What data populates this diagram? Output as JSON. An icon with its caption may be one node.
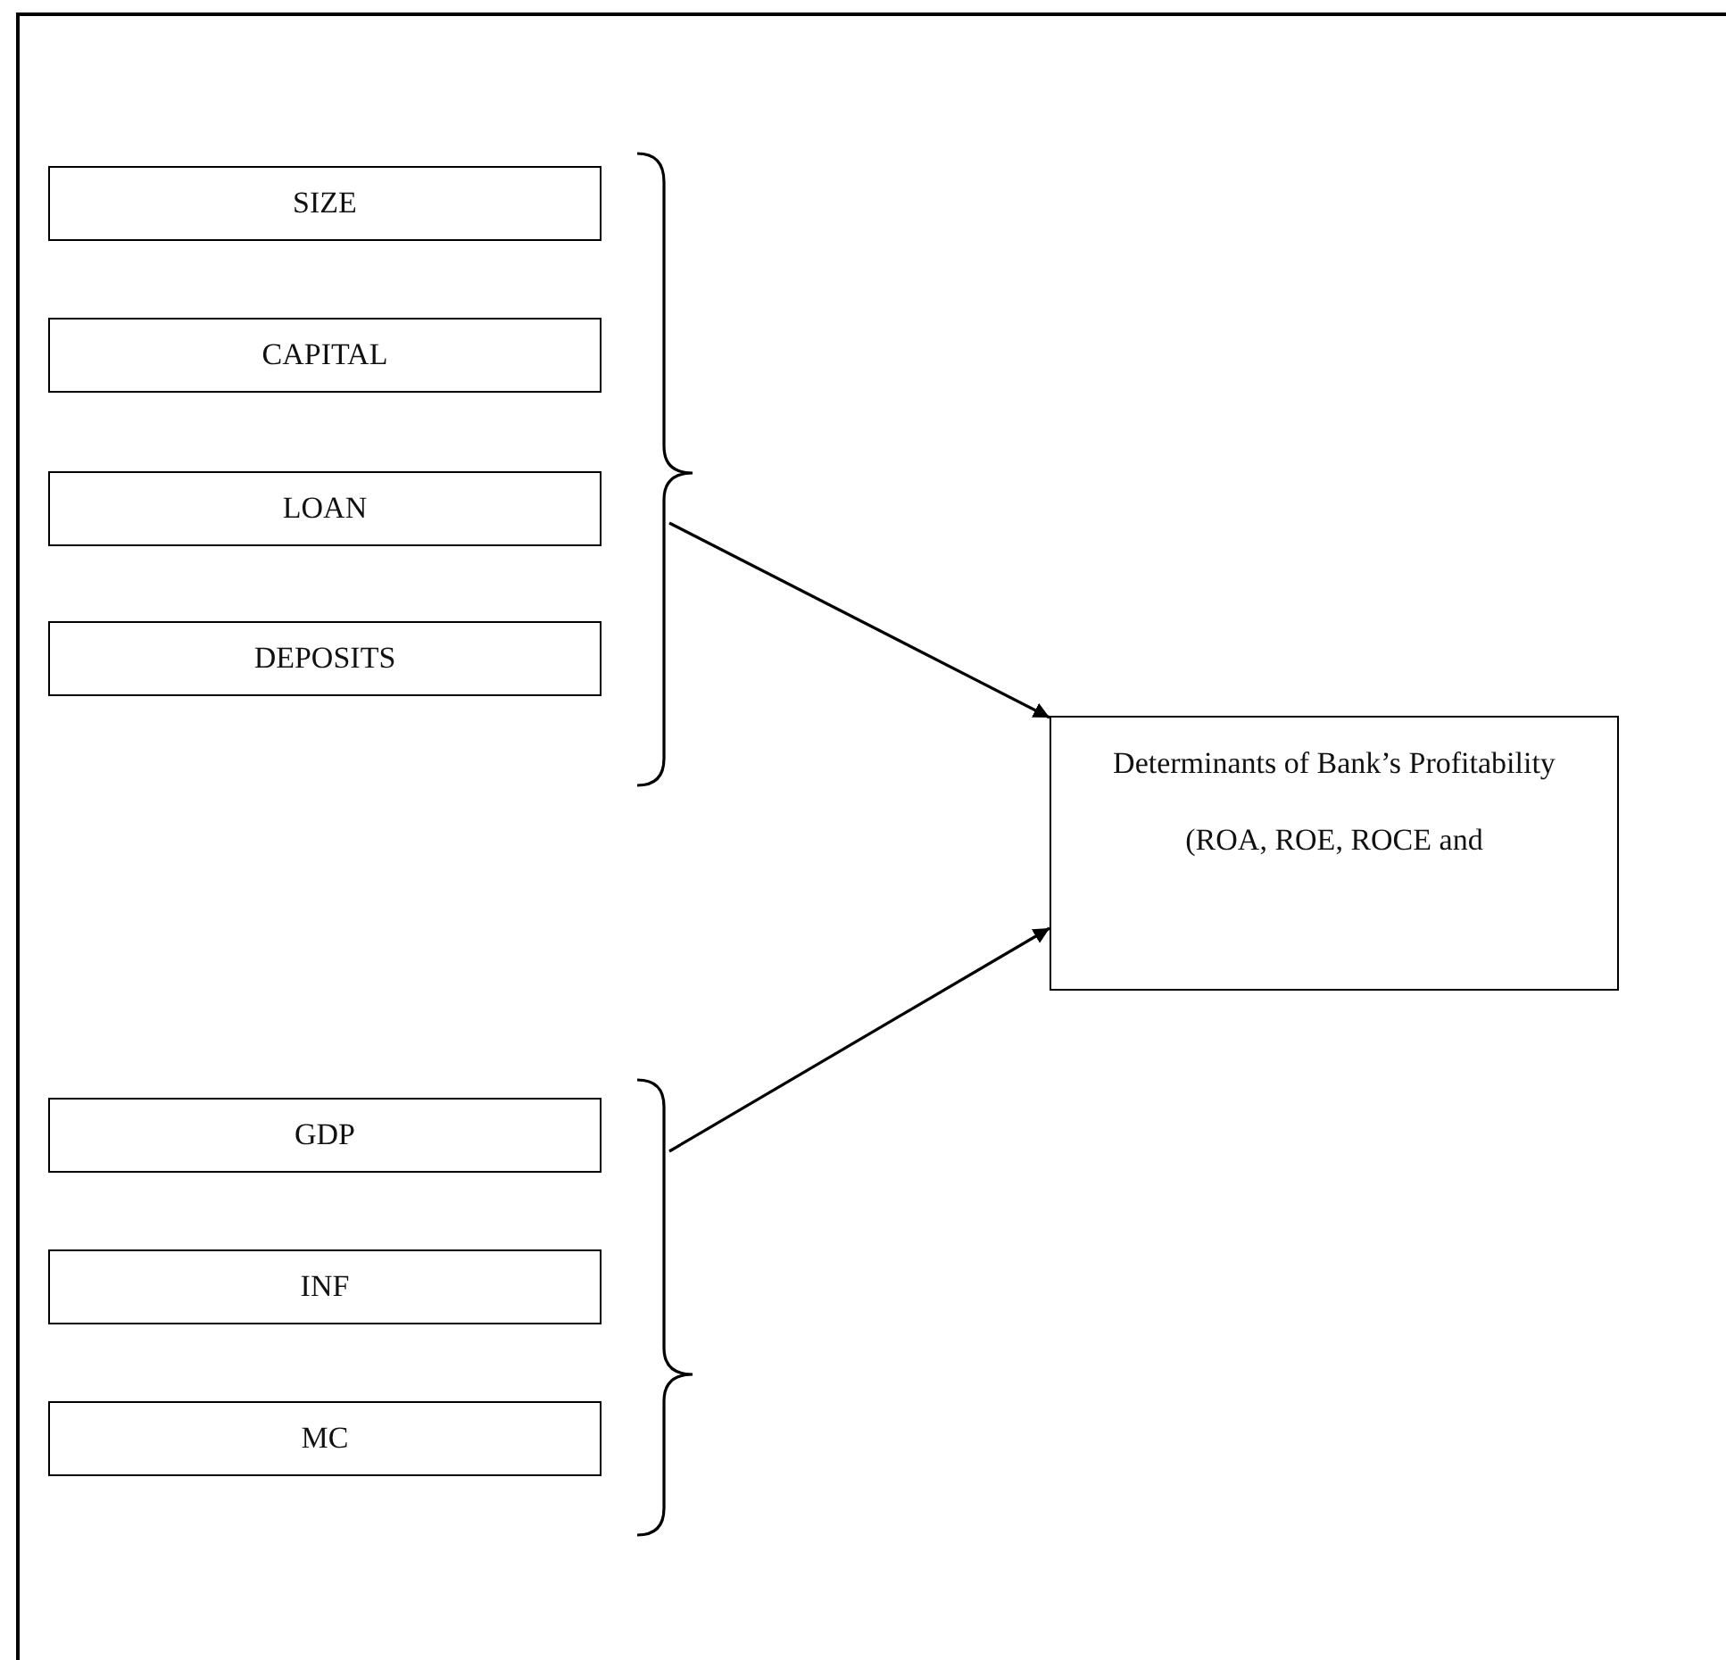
{
  "diagram": {
    "nodes": [
      {
        "text": [
          "SIZE"
        ]
      },
      {
        "text": [
          "CAPITAL"
        ]
      },
      {
        "text": [
          "LOAN"
        ]
      },
      {
        "text": [
          "DEPOSITS"
        ]
      },
      {
        "text": [
          "GDP"
        ]
      },
      {
        "text": [
          "INF"
        ]
      },
      {
        "text": [
          "MC"
        ]
      },
      {
        "text": [
          "Determinants of Bank’s Profitability",
          "(ROA, ROE, ROCE and"
        ]
      }
    ],
    "edges": [
      {
        "from": null,
        "to": 7,
        "arrow": "to"
      },
      {
        "from": null,
        "to": 7,
        "arrow": "to"
      }
    ]
  }
}
